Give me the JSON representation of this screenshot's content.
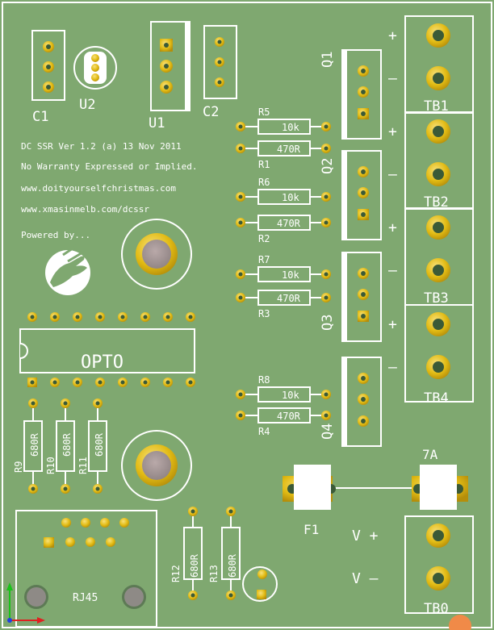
{
  "board": {
    "silk_lines": [
      "DC SSR  Ver 1.2 (a)  13 Nov 2011",
      "No Warranty Expressed or Implied.",
      "www.doityourselfchristmas.com",
      "www.xmasinmelb.com/dcssr",
      "Powered by..."
    ],
    "ic_label": "OPTO",
    "rj45_label": "RJ45",
    "fuse_label": "F1",
    "fuse_rating": "7A",
    "caps": [
      {
        "id": "c1",
        "label": "C1"
      },
      {
        "id": "u2",
        "label": "U2"
      },
      {
        "id": "u1",
        "label": "U1"
      },
      {
        "id": "c2",
        "label": "C2"
      }
    ],
    "transistors": [
      {
        "id": "q1",
        "label": "Q1"
      },
      {
        "id": "q2",
        "label": "Q2"
      },
      {
        "id": "q3",
        "label": "Q3"
      },
      {
        "id": "q4",
        "label": "Q4"
      }
    ],
    "resistor_pairs": [
      {
        "top_label": "R5",
        "top_value": "10k",
        "bot_label": "R1",
        "bot_value": "470R"
      },
      {
        "top_label": "R6",
        "top_value": "10k",
        "bot_label": "R2",
        "bot_value": "470R"
      },
      {
        "top_label": "R7",
        "top_value": "10k",
        "bot_label": "R3",
        "bot_value": "470R"
      },
      {
        "top_label": "R8",
        "top_value": "10k",
        "bot_label": "R4",
        "bot_value": "470R"
      }
    ],
    "vertical_resistors": [
      {
        "label": "R9",
        "value": "680R"
      },
      {
        "label": "R10",
        "value": "680R"
      },
      {
        "label": "R11",
        "value": "680R"
      },
      {
        "label": "R12",
        "value": "680R"
      },
      {
        "label": "R13",
        "value": "680R"
      }
    ],
    "terminals": [
      {
        "label": "TB1",
        "plus": "+",
        "minus": "–"
      },
      {
        "label": "TB2",
        "plus": "+",
        "minus": "–"
      },
      {
        "label": "TB3",
        "plus": "+",
        "minus": "–"
      },
      {
        "label": "TB4",
        "plus": "+",
        "minus": "–"
      },
      {
        "label": "TB0",
        "plus": "V +",
        "minus": "V –"
      }
    ]
  },
  "colors": {
    "board": "#7fa870",
    "silk": "#ffffff",
    "pad": "#e8c21a",
    "hole": "#3b5a37",
    "shadow": "#5d8152"
  }
}
